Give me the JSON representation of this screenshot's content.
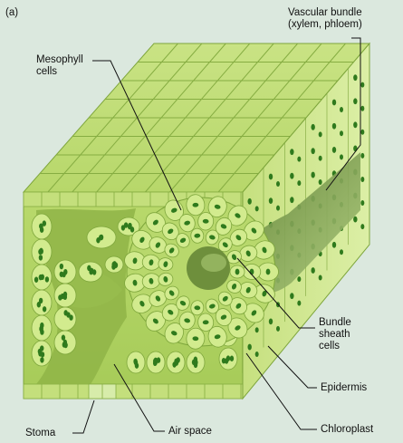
{
  "panel_label": "(a)",
  "labels": {
    "vascular_bundle": [
      "Vascular bundle",
      "(xylem, phloem)"
    ],
    "mesophyll": [
      "Mesophyll",
      "cells"
    ],
    "bundle_sheath": [
      "Bundle",
      "sheath",
      "cells"
    ],
    "epidermis": "Epidermis",
    "chloroplast": "Chloroplast",
    "stoma": "Stoma",
    "air_space": "Air space"
  },
  "colors": {
    "background": "#dbe8de",
    "cell_light": "#d2eb8e",
    "cell_mid": "#b8d86c",
    "cell_dark": "#9cc150",
    "air_space": "#8fb446",
    "chloroplast": "#2f7a1d",
    "cell_wall": "#7ea63c",
    "leader_line": "#111111"
  }
}
